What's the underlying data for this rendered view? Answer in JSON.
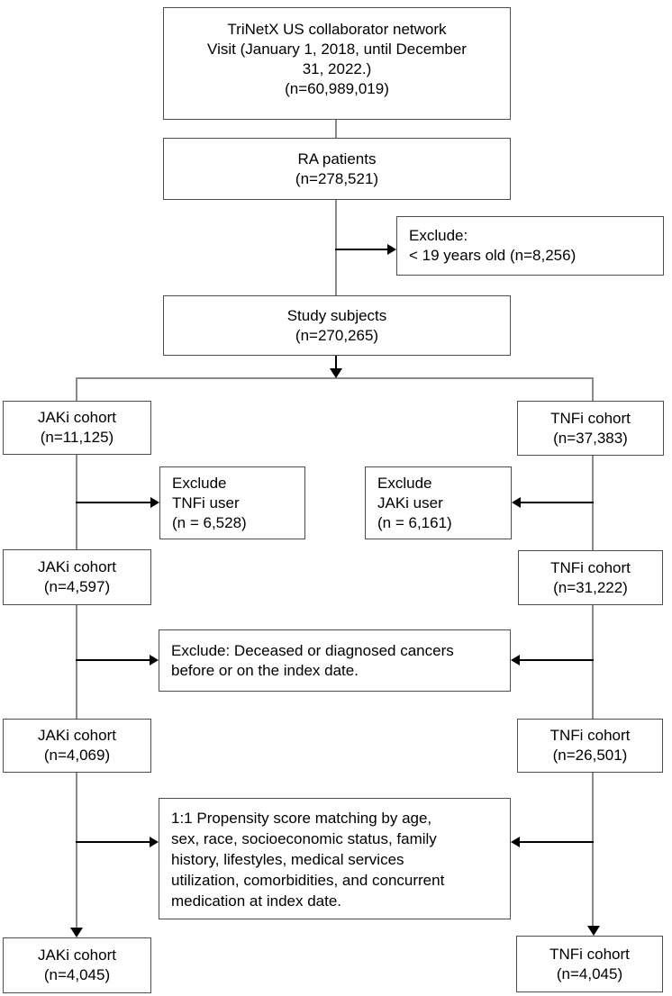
{
  "colors": {
    "background": "#ffffff",
    "box_border": "#4d4d4d",
    "text": "#000000",
    "connector": "#8a8a8a",
    "arrow": "#000000"
  },
  "flowchart": {
    "boxes": {
      "source": {
        "text": "TriNetX US collaborator network\nVisit (January 1, 2018, until December\n31, 2022.)\n(n=60,989,019)"
      },
      "ra_patients": {
        "text": "RA patients\n(n=278,521)"
      },
      "exclude_age": {
        "text": "Exclude:\n< 19 years old (n=8,256)"
      },
      "study_subjects": {
        "text": "Study subjects\n(n=270,265)"
      },
      "jaki_initial": {
        "text": "JAKi cohort\n(n=11,125)"
      },
      "tnfi_initial": {
        "text": "TNFi cohort\n(n=37,383)"
      },
      "exclude_tnfi_user": {
        "text": "Exclude\nTNFi user\n(n = 6,528)"
      },
      "exclude_jaki_user": {
        "text": "Exclude\nJAKi user\n(n = 6,161)"
      },
      "jaki_after_user_exclusion": {
        "text": "JAKi cohort\n(n=4,597)"
      },
      "tnfi_after_user_exclusion": {
        "text": "TNFi cohort\n(n=31,222)"
      },
      "exclude_deceased": {
        "text": "Exclude: Deceased or diagnosed cancers\nbefore or on the index date."
      },
      "jaki_after_cancer_exclusion": {
        "text": "JAKi cohort\n(n=4,069)"
      },
      "tnfi_after_cancer_exclusion": {
        "text": "TNFi cohort\n(n=26,501)"
      },
      "propensity": {
        "text": "1:1 Propensity score matching by age,\nsex, race, socioeconomic status, family\nhistory, lifestyles, medical services\nutilization, comorbidities, and concurrent\nmedication at index date."
      },
      "jaki_matched": {
        "text": "JAKi cohort\n(n=4,045)"
      },
      "tnfi_matched": {
        "text": "TNFi cohort\n(n=4,045)"
      }
    }
  }
}
